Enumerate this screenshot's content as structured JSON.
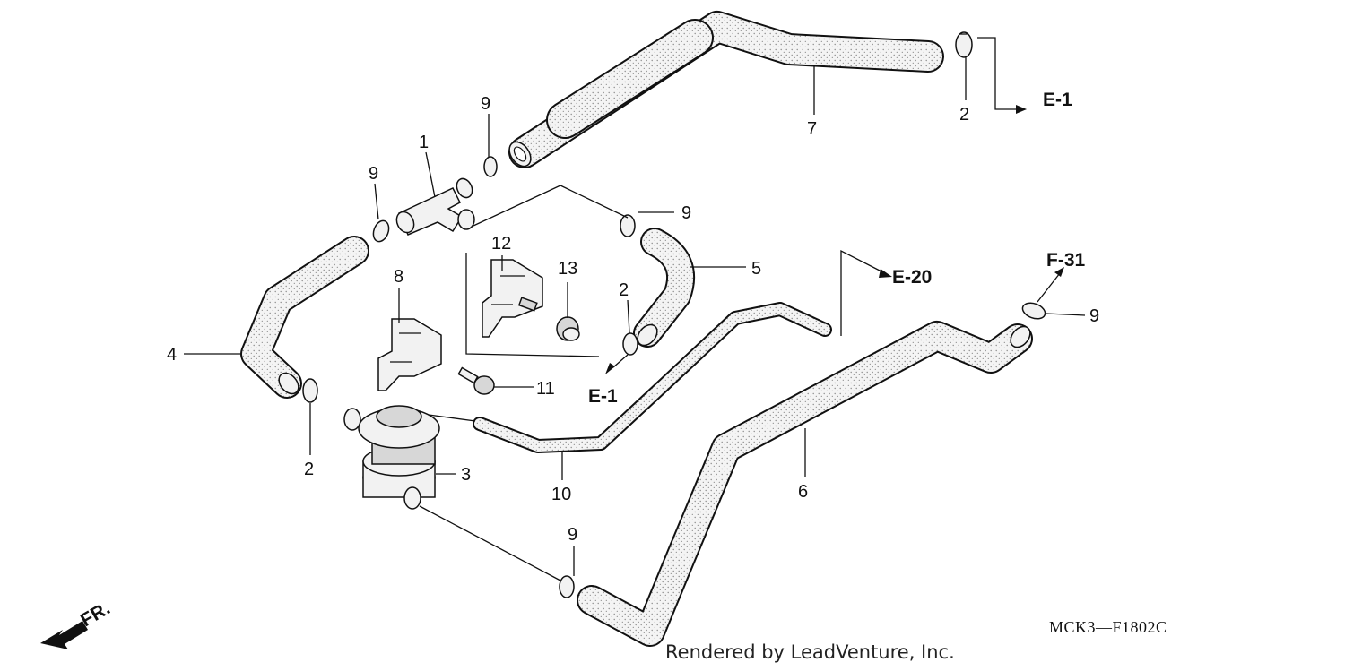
{
  "diagram": {
    "code": "MCK3—F1802C",
    "watermark": "Rendered by LeadVenture, Inc.",
    "front_label": "FR.",
    "part_callouts": {
      "p1": "1",
      "p2_top": "2",
      "p2_mid": "2",
      "p2_low": "2",
      "p3": "3",
      "p4": "4",
      "p5": "5",
      "p6": "6",
      "p7": "7",
      "p8": "8",
      "p9_a": "9",
      "p9_b": "9",
      "p9_c": "9",
      "p9_d": "9",
      "p9_e": "9",
      "p10": "10",
      "p11": "11",
      "p12": "12",
      "p13": "13"
    },
    "section_refs": {
      "e1_top": "E-1",
      "e1_mid": "E-1",
      "e20": "E-20",
      "f31": "F-31"
    },
    "colors": {
      "line": "#111111",
      "hose_fill": "#f4f4f4",
      "stipple": "#8a8a8a"
    }
  }
}
